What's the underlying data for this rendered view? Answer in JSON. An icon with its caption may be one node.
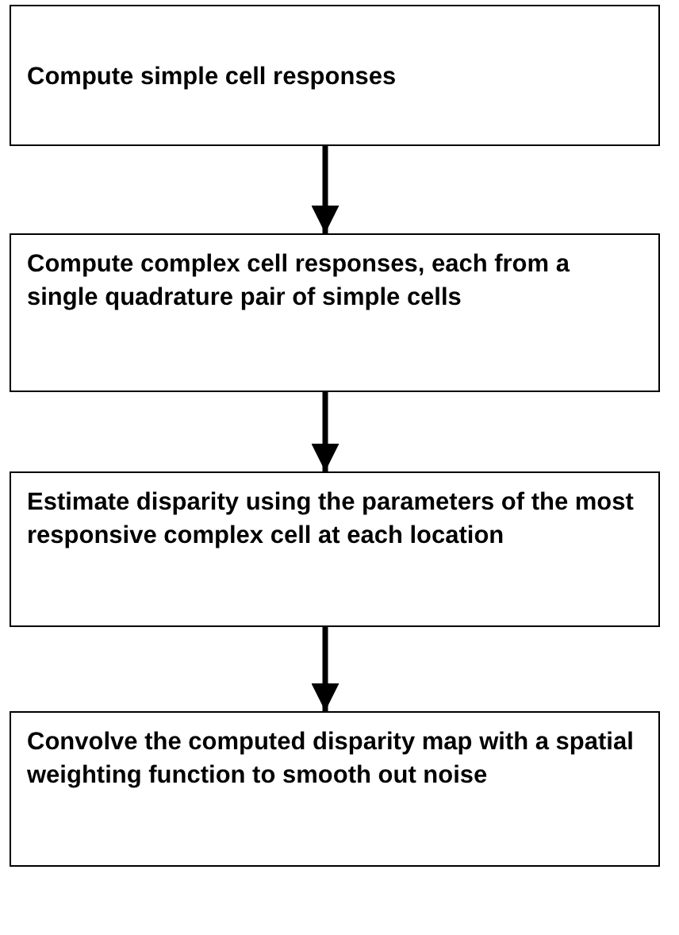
{
  "diagram": {
    "nodes": [
      {
        "text": [
          "Compute simple cell responses"
        ]
      },
      {
        "text": [
          "Compute complex cell responses, each from a single quadrature pair of simple cells"
        ]
      },
      {
        "text": [
          "Estimate disparity using the parameters of the most responsive complex cell at each location"
        ]
      },
      {
        "text": [
          "Convolve the computed disparity map with a spatial weighting function to smooth out noise"
        ]
      }
    ],
    "edges": [
      {
        "from": 0,
        "to": 1,
        "arrow": "to"
      },
      {
        "from": 1,
        "to": 2,
        "arrow": "to"
      },
      {
        "from": 2,
        "to": 3,
        "arrow": "to"
      }
    ]
  }
}
